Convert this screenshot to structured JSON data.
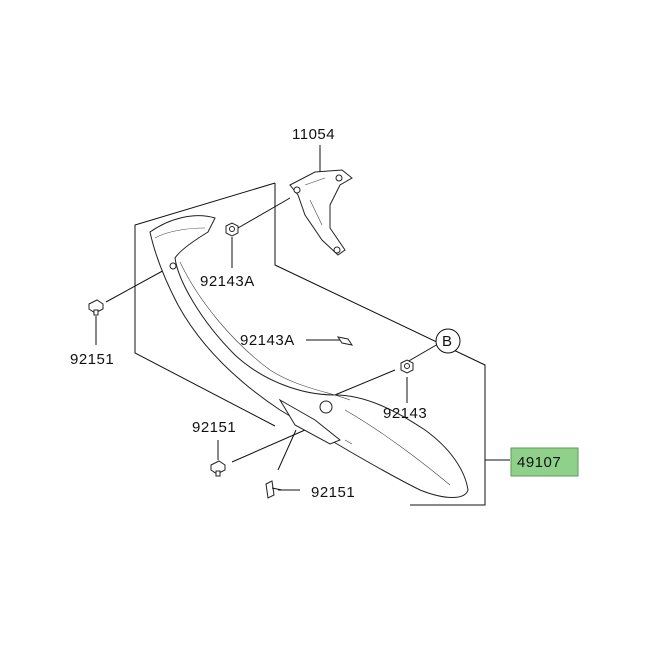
{
  "diagram": {
    "part_labels": {
      "bracket": "11054",
      "nut_upper": "92143A",
      "bolt_left": "92151",
      "nut_mid": "92143A",
      "ref_marker": "B",
      "nut_right": "92143",
      "bolt_lower_left": "92151",
      "bolt_bottom": "92151",
      "main_part": "49107"
    },
    "colors": {
      "highlight": "#8fd18a",
      "line": "#111111"
    }
  }
}
